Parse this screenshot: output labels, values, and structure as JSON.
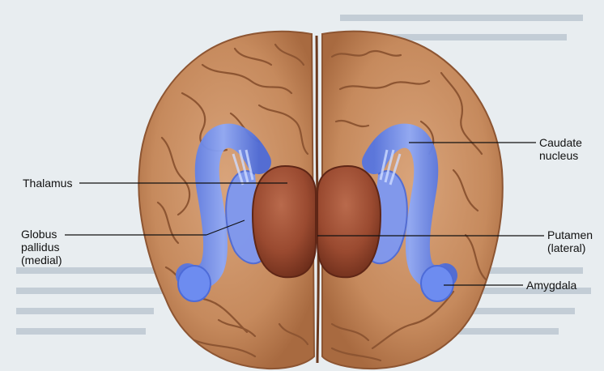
{
  "labels": {
    "thalamus": "Thalamus",
    "globus_pallidus": [
      "Globus",
      "pallidus",
      "(medial)"
    ],
    "caudate_nucleus": [
      "Caudate",
      "nucleus"
    ],
    "putamen": [
      "Putamen",
      "(lateral)"
    ],
    "amygdala": "Amygdala"
  },
  "colors": {
    "background": "#e9eef1",
    "cortex": "#c98f63",
    "cortex_sulci": "#8d5532",
    "basal_nuclei": "#6e8ff0",
    "thalamus": "#9a4a30",
    "leader_lines": "#111111"
  }
}
